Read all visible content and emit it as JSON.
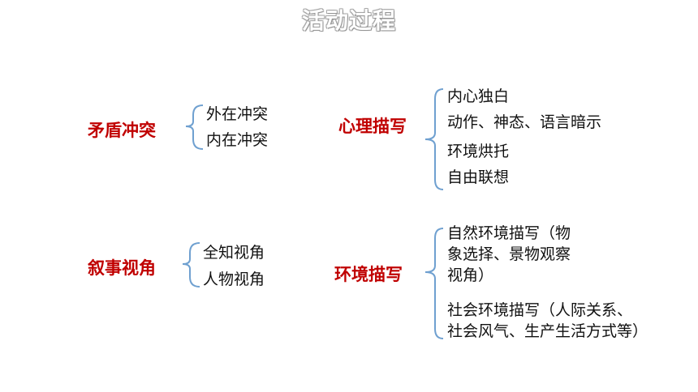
{
  "title": "活动过程",
  "groups": {
    "conflict": {
      "heading": "矛盾冲突",
      "items": [
        "外在冲突",
        "内在冲突"
      ]
    },
    "psychology": {
      "heading": "心理描写",
      "items": [
        "内心独白",
        "动作、神态、语言暗示",
        "环境烘托",
        "自由联想"
      ]
    },
    "perspective": {
      "heading": "叙事视角",
      "items": [
        "全知视角",
        "人物视角"
      ]
    },
    "environment": {
      "heading": "环境描写",
      "items": [
        "自然环境描写（物\n象选择、景物观察\n视角）",
        "社会环境描写（人际关系、\n社会风气、生产生活方式等）"
      ]
    }
  },
  "colors": {
    "heading": "#c00000",
    "brace": "#6fa0d0",
    "text": "#111111"
  }
}
